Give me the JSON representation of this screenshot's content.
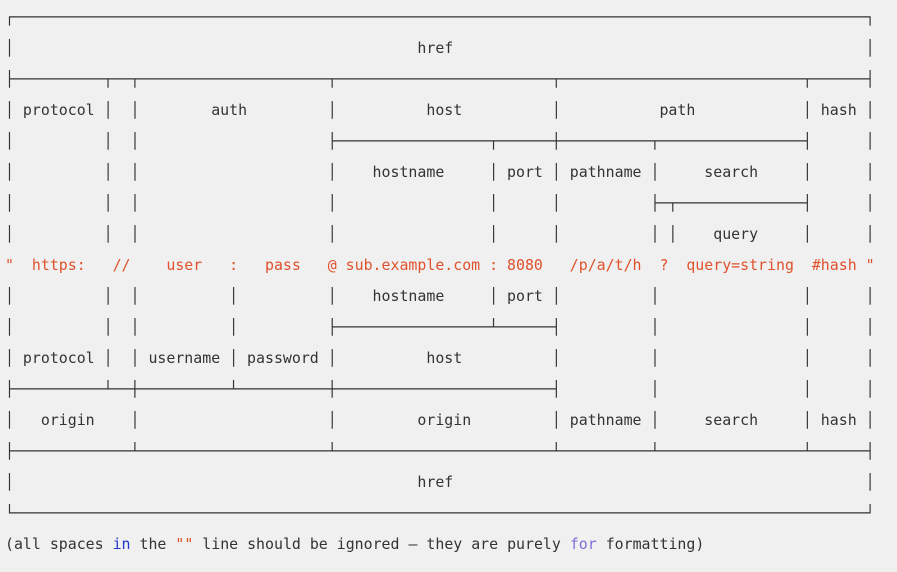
{
  "colors": {
    "background": "#f0f0f0",
    "diagram_text": "#333333",
    "url_string": "#e0512c",
    "keyword_in": "#2438c8",
    "keyword_for": "#7a6fd8"
  },
  "diagram": {
    "component_labels": [
      "href",
      "protocol",
      "auth",
      "host",
      "path",
      "hash",
      "hostname",
      "port",
      "pathname",
      "search",
      "query",
      "username",
      "password",
      "origin"
    ],
    "lines_top": [
      "┌───────────────────────────────────────────────────────────────────────────────────────────────┐",
      "│                                             href                                              │",
      "├──────────┬──┬─────────────────────┬────────────────────────┬───────────────────────────┬──────┤",
      "│ protocol │  │        auth         │          host          │           path            │ hash │",
      "│          │  │                     ├─────────────────┬──────┼──────────┬────────────────┤      │",
      "│          │  │                     │    hostname     │ port │ pathname │     search     │      │",
      "│          │  │                     │                 │      │          ├─┬──────────────┤      │",
      "│          │  │                     │                 │      │          │ │    query     │      │"
    ],
    "url_line": "\"  https:   //    user   :   pass   @ sub.example.com : 8080   /p/a/t/h  ?  query=string  #hash \"",
    "lines_bottom": [
      "│          │  │          │          │    hostname     │ port │          │                │      │",
      "│          │  │          │          ├─────────────────┴──────┤          │                │      │",
      "│ protocol │  │ username │ password │          host          │          │                │      │",
      "├──────────┴──┼──────────┴──────────┼────────────────────────┤          │                │      │",
      "│   origin    │                     │         origin         │ pathname │     search     │ hash │",
      "├─────────────┴─────────────────────┴────────────────────────┴──────────┴────────────────┴──────┤",
      "│                                             href                                              │",
      "└───────────────────────────────────────────────────────────────────────────────────────────────┘"
    ]
  },
  "footer": {
    "part1": "(all spaces ",
    "keyword_in": "in",
    "part2": " the ",
    "quotes": "\"\"",
    "part3": " line should be ignored — they are purely ",
    "keyword_for": "for",
    "part4": " formatting)"
  }
}
